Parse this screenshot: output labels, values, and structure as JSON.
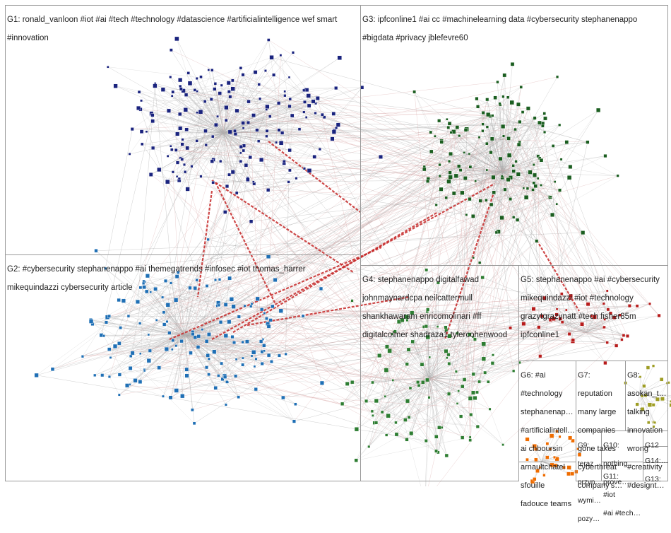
{
  "groups": [
    {
      "id": "G1",
      "lines": [
        "G1: ronald_vanloon #iot #ai #tech #technology #datascience #artificialintelligence wef smart",
        "#innovation"
      ],
      "color": "#1a237e"
    },
    {
      "id": "G2",
      "lines": [
        "G2: #cybersecurity stephanenappo #ai themegatrends #infosec #iot thomas_harrer",
        "mikequindazzi cybersecurity article"
      ],
      "color": "#1f6fb5"
    },
    {
      "id": "G3",
      "lines": [
        "G3: ipfconline1 #ai cc #machinelearning data #cybersecurity stephanenappo",
        "#bigdata #privacy jblefevre60"
      ],
      "color": "#1b5e20"
    },
    {
      "id": "G4",
      "lines": [
        "G4: stephanenappo digitalfawad",
        "johnmaynardcpa neilcattermull",
        "shankhawaram enricomolinari #ff",
        "digitalcolmer shadraza1 tylercohenwood"
      ],
      "color": "#2e7d32"
    },
    {
      "id": "G5",
      "lines": [
        "G5: stephanenappo #ai #cybersecurity",
        "mikequindazzi #iot #technology",
        "grazytgrazynatt #tech fisher85m",
        "ipfconline1"
      ],
      "color": "#b71c1c"
    },
    {
      "id": "G6",
      "lines": [
        "G6: #ai",
        "#technology",
        "stephanenap…",
        "#artificialintell…",
        "ai chboursin",
        "arnaultchatel",
        "sfouille",
        "fadouce teams"
      ],
      "color": "#5d4037"
    },
    {
      "id": "G7",
      "lines": [
        "G7:",
        "reputation",
        "many large",
        "companies",
        "gone takes",
        "cyberthreat",
        "company's…"
      ],
      "color": "#6d4c41"
    },
    {
      "id": "G8",
      "lines": [
        "G8:",
        "asokan_t…",
        "talking",
        "innovation",
        "wrong",
        "#creativity",
        "#designt…"
      ],
      "color": "#9e9d24"
    },
    {
      "id": "G9",
      "lines": [
        "G9:",
        "teraz",
        "przyn…",
        "wymi…",
        "pozy…"
      ],
      "color": "#ef6c00"
    },
    {
      "id": "G10",
      "lines": [
        "G10:",
        "nothing",
        "prove…"
      ],
      "color": "#455a64"
    },
    {
      "id": "G11",
      "lines": [
        "G11:",
        "#iot",
        "#ai #tech…"
      ],
      "color": "#6a1b9a"
    },
    {
      "id": "G12",
      "lines": [
        "G12"
      ],
      "color": "#00838f"
    },
    {
      "id": "G13",
      "lines": [
        "G13:"
      ],
      "color": "#ad1457"
    },
    {
      "id": "G14",
      "lines": [
        "G14:…"
      ],
      "color": "#37474f"
    }
  ],
  "edge_colors": {
    "intra": "#b0b0b0",
    "bridge": "#c62828",
    "light_bridge": "#d7a3a3"
  },
  "background": "#ffffff"
}
